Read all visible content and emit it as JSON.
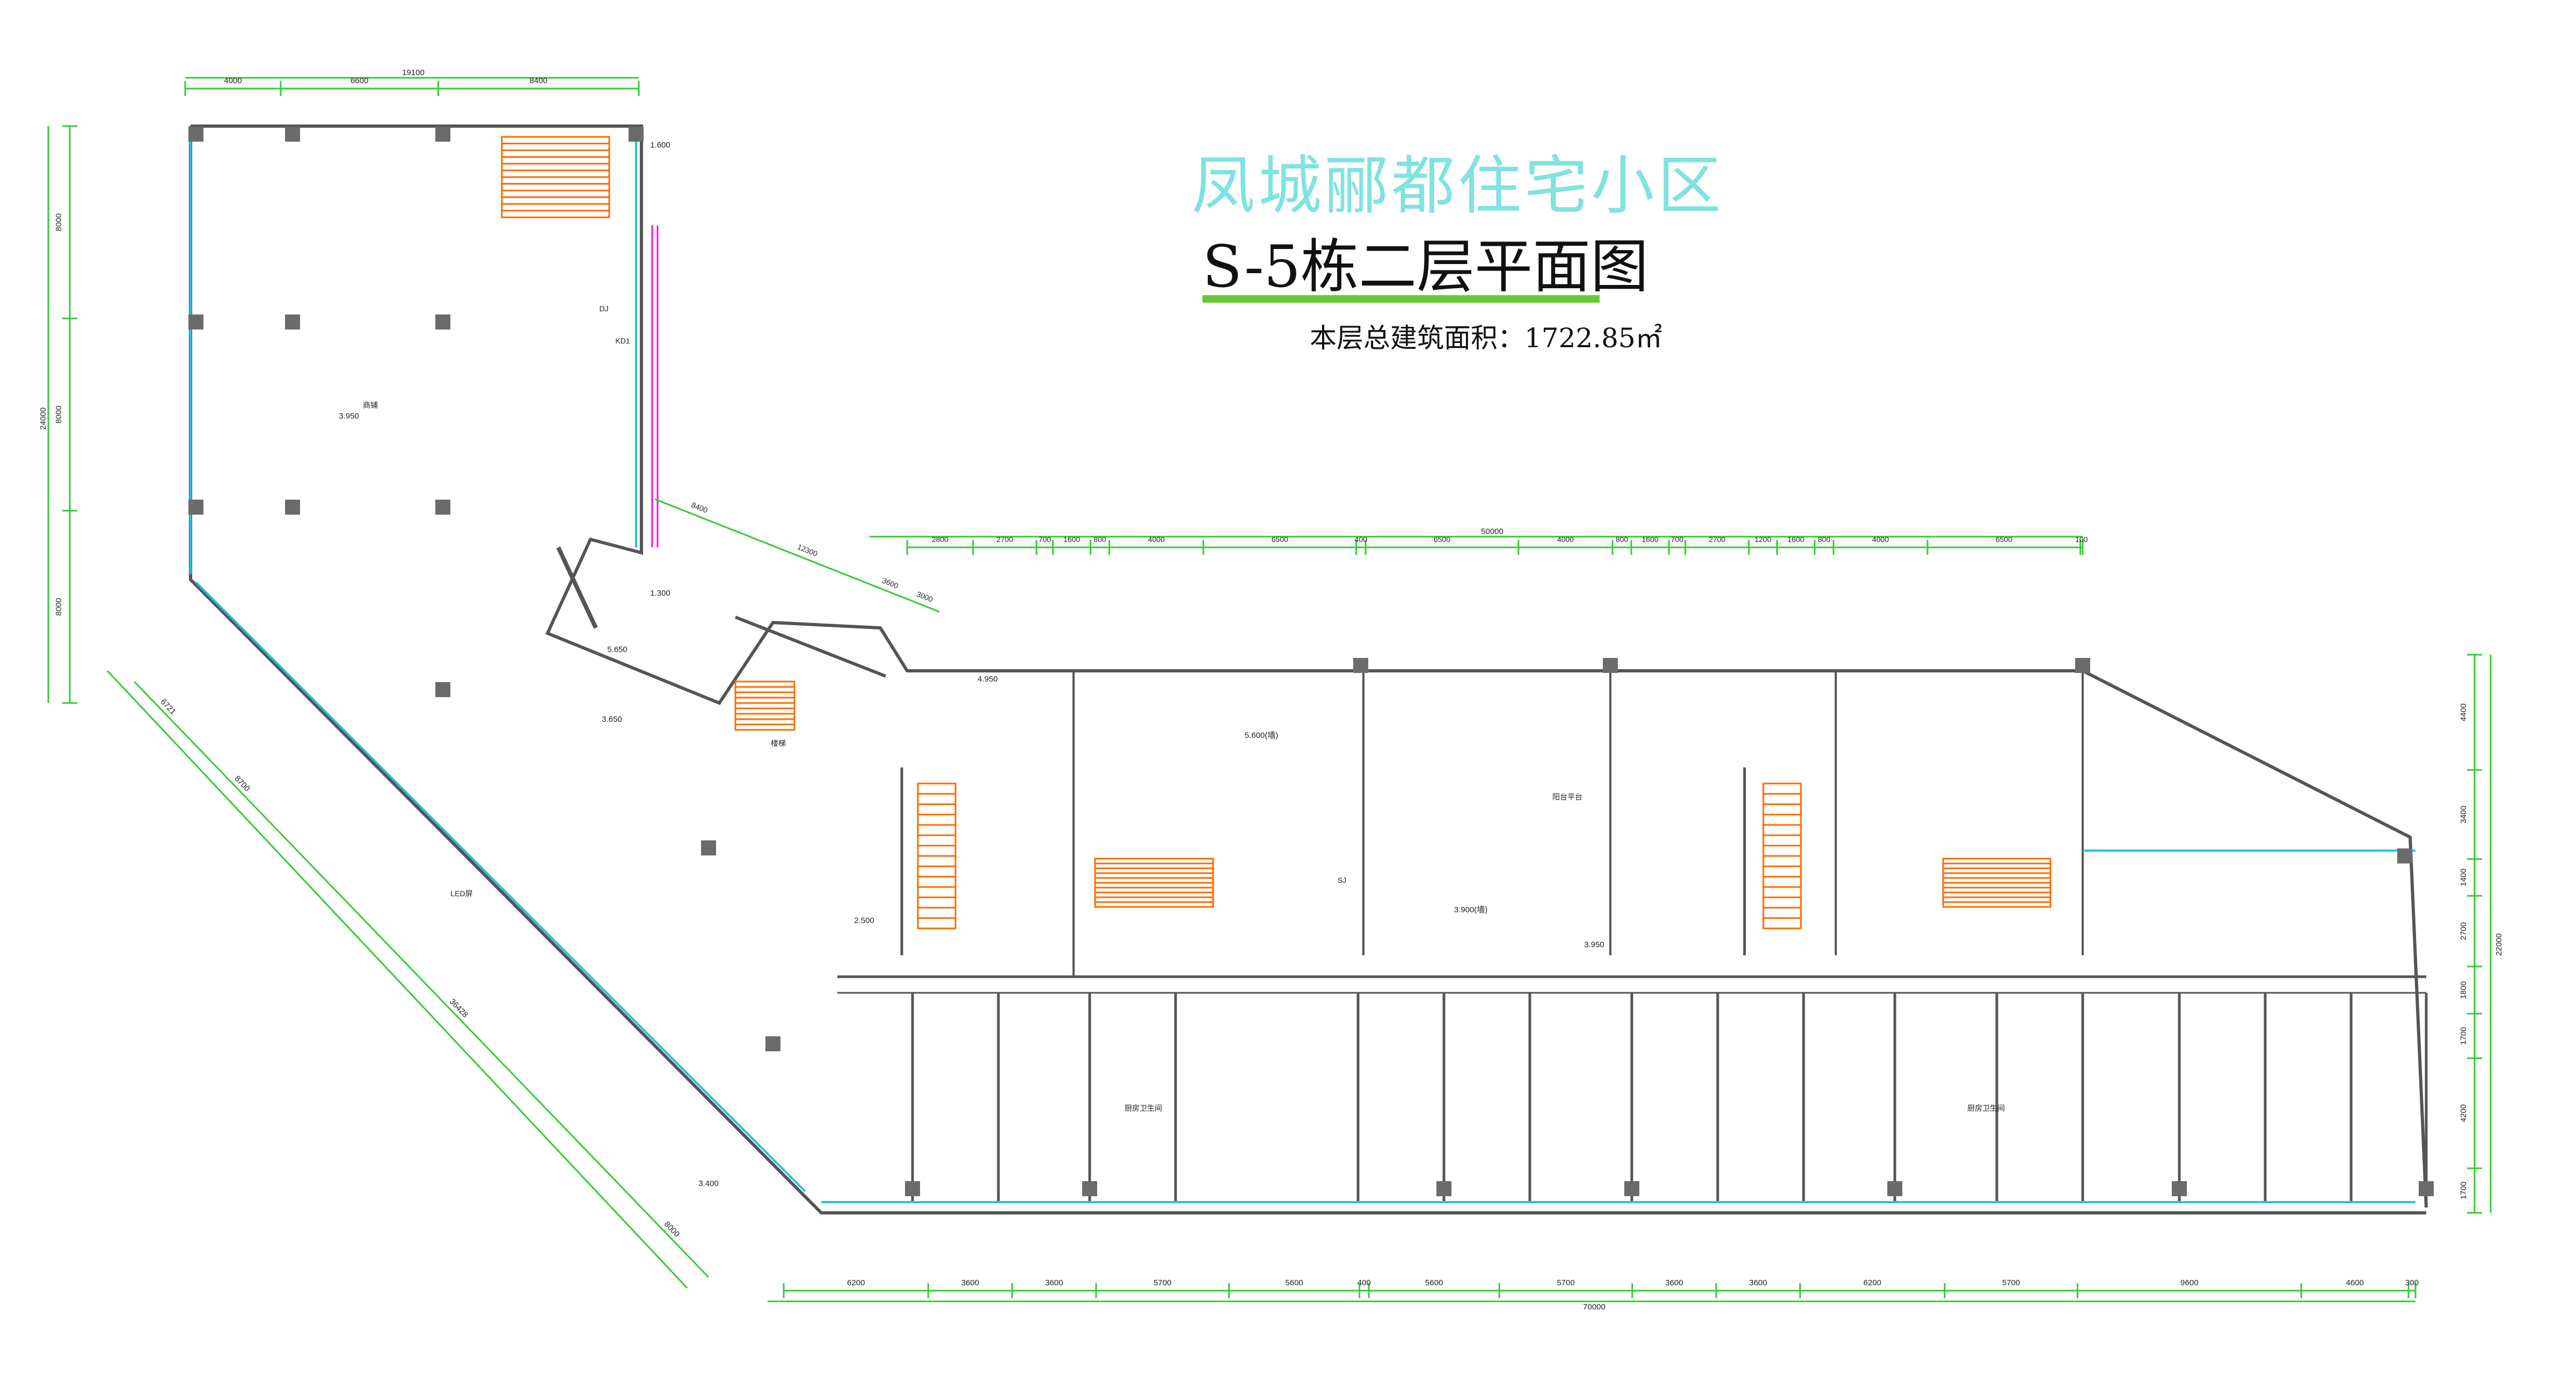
{
  "titles": {
    "estate_name": "凤城郦都住宅小区",
    "plan_title": "S-5栋二层平面图",
    "area_label": "本层总建筑面积：",
    "area_value": "1722.85㎡"
  },
  "colors": {
    "title_accent": "#7fe3df",
    "underline": "#66cc33",
    "walls": "#555555",
    "stairs": "#ff6a00",
    "glazing": "#22c3e0",
    "dimension_lines": "#33cc33",
    "pipes": "#ff00ff",
    "columns": "#6b6b6b"
  },
  "dimensions": {
    "top_left": [
      "4000",
      "6600",
      "8400"
    ],
    "top_left_total": "19100",
    "left_vertical": [
      "8000",
      "8000",
      "8000"
    ],
    "left_vertical_total": "24000",
    "top_right": [
      "2800",
      "2700",
      "700",
      "1600",
      "800",
      "4000",
      "6500",
      "400",
      "6500",
      "4000",
      "800",
      "1600",
      "700",
      "2700",
      "1200",
      "1600",
      "800",
      "4000",
      "6500",
      "100"
    ],
    "top_right_total": "50000",
    "bottom": [
      "6200",
      "3600",
      "3600",
      "5700",
      "5600",
      "400",
      "5600",
      "5700",
      "3600",
      "3600",
      "6200",
      "5700",
      "9600",
      "4600",
      "300"
    ],
    "bottom_total": "70000",
    "right_vertical": [
      "4400",
      "3400",
      "1400",
      "2700",
      "1800",
      "1700",
      "4200",
      "1700"
    ],
    "right_vertical_total": "22000",
    "diagonal_left": [
      "6721",
      "8700",
      "36428",
      "8000"
    ],
    "diagonal_upper": [
      "8400",
      "12300",
      "3600",
      "3000"
    ]
  },
  "elevations": [
    "3.950",
    "3.650",
    "5.600(墙)",
    "4.950",
    "3.900(墙)",
    "3.950",
    "3.400",
    "5.650",
    "1.300",
    "2.500",
    "1.600"
  ],
  "room_labels": [
    "商铺",
    "楼梯",
    "阳台平台",
    "DJ",
    "KD1",
    "SJ",
    "厨房卫生间",
    "厨房卫生间",
    "LED屏"
  ]
}
